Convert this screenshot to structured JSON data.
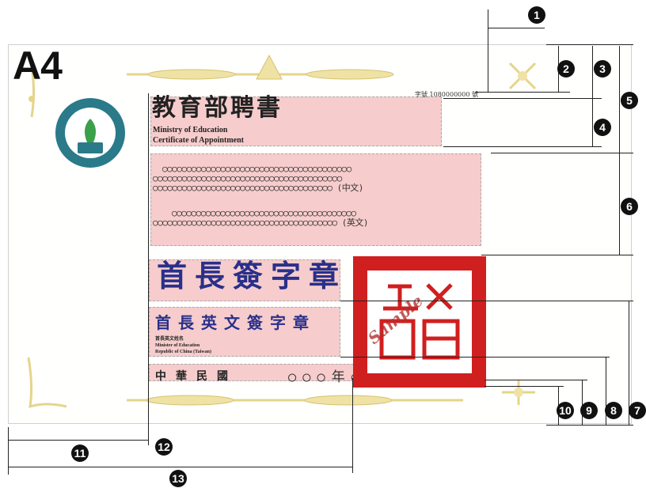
{
  "page": {
    "size_label": "A4"
  },
  "certificate": {
    "serial": "字號 1080000000 號",
    "title_zh": "教育部聘書",
    "title_en_1": "Ministry of Education",
    "title_en_2": "Certificate of Appointment",
    "body_zh_lines": [
      "○○○○○○○○○○○○○○○○○○○○○○○○○○○○○○○○○○○○○○○",
      "○○○○○○○○○○○○○○○○○○○○○○○○○○○○○○○○○○○○○○○",
      "○○○○○○○○○○○○○○○○○○○○○○○○○○○○○○○○○○○○○ (中文)"
    ],
    "body_en_lines": [
      "○○○○○○○○○○○○○○○○○○○○○○○○○○○○○○○○○○○○○○",
      "○○○○○○○○○○○○○○○○○○○○○○○○○○○○○○○○○○○○○○ (英文)"
    ],
    "signature_zh": "首長簽字章",
    "signature_en": "首長英文簽字章",
    "name_caption": "首長英文姓名",
    "minister_line": "Minister of Education",
    "republic_line": "Republic of China (Taiwan)",
    "date_prefix": "中華民國",
    "date_value": "○○○年○○月○○日",
    "seal_text": "Sample"
  },
  "markers": [
    "1",
    "2",
    "3",
    "4",
    "5",
    "6",
    "7",
    "8",
    "9",
    "10",
    "11",
    "12",
    "13"
  ],
  "colors": {
    "pink_box": "#f7cccc",
    "signature_blue": "#28308a",
    "seal_red": "#d01f1f",
    "ornament_gold": "#e6d48a"
  },
  "icons": [
    "logo-emblem-icon",
    "corner-ornament-icon",
    "wheat-border-icon"
  ]
}
